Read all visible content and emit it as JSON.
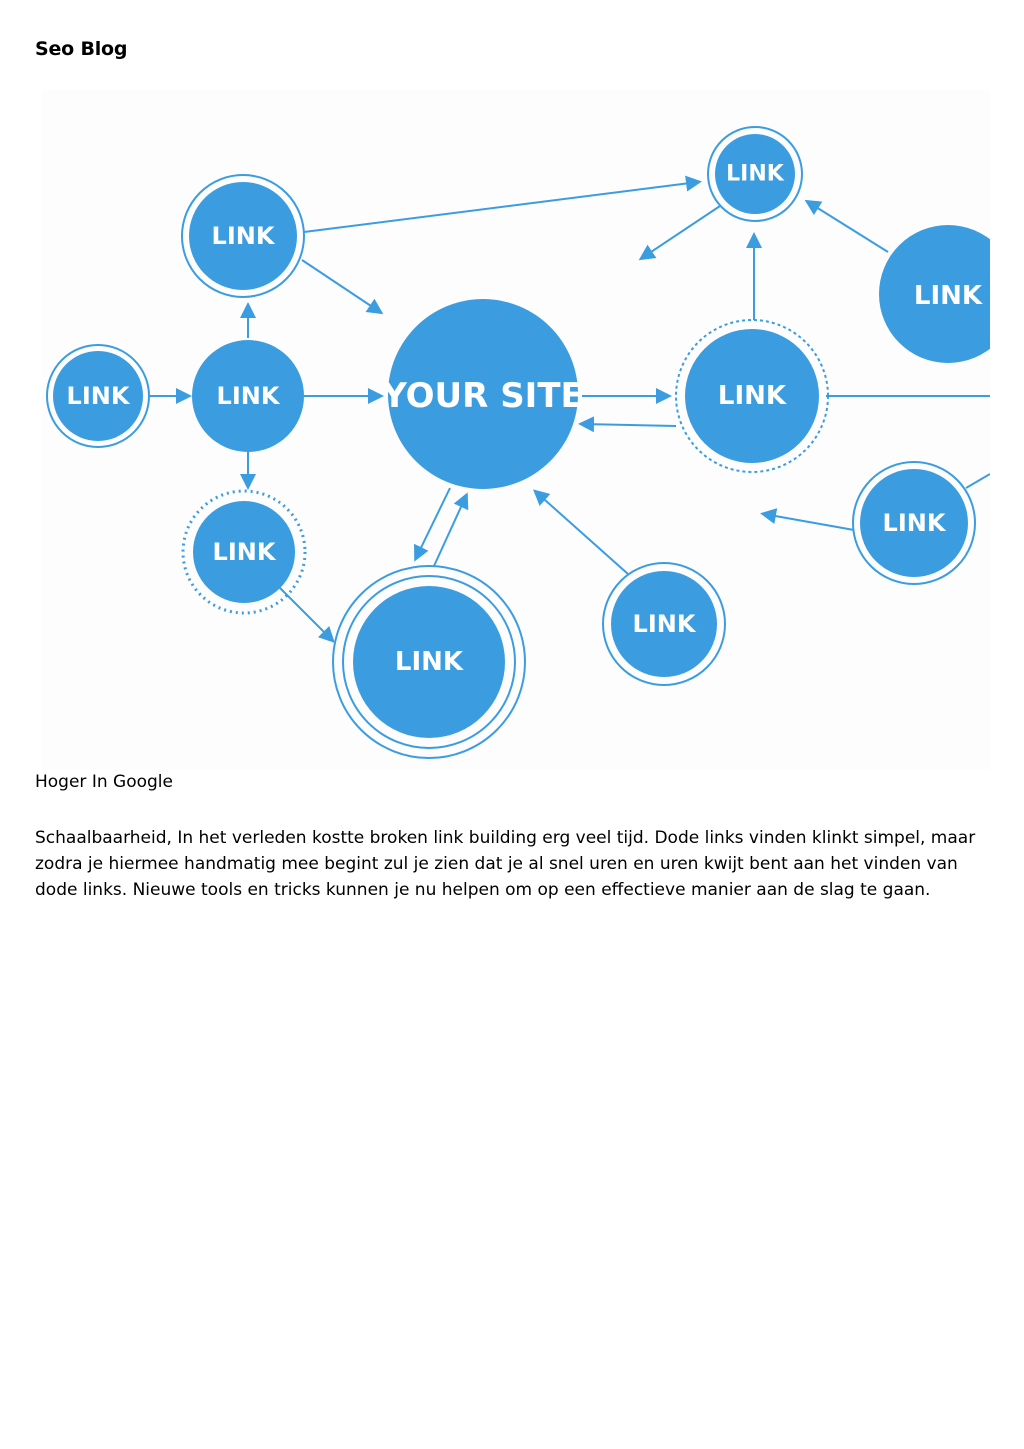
{
  "header": {
    "title": "Seo Blog"
  },
  "diagram": {
    "accent_color": "#3b9de0",
    "center_label": "YOUR SITE",
    "node_label": "LINK"
  },
  "article": {
    "subheading": "Hoger In Google",
    "paragraph": "Schaalbaarheid, In het verleden kostte broken link building erg veel tijd. Dode links vinden klinkt simpel, maar zodra je hiermee handmatig mee begint zul je zien dat je al snel uren en uren kwijt bent aan het vinden van dode links. Nieuwe tools en tricks kunnen je nu helpen om op een effectieve manier aan de slag te gaan."
  }
}
